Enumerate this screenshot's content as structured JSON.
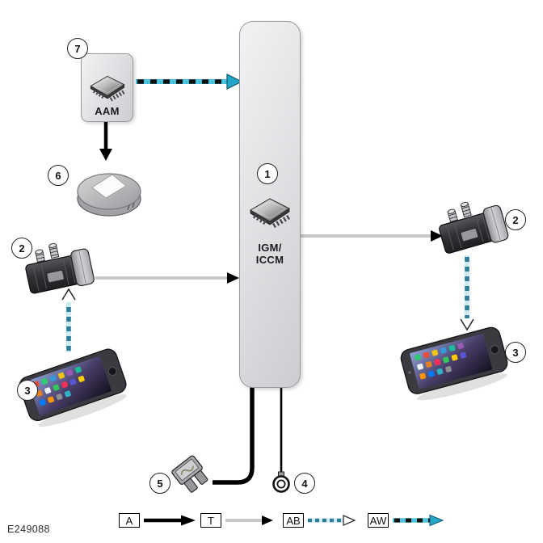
{
  "figure_id": "E249088",
  "nodes": {
    "igm": {
      "callout": "1",
      "label_line1": "IGM/",
      "label_line2": "ICCM",
      "icon": "microchip-icon"
    },
    "aam": {
      "callout": "7",
      "label": "AAM",
      "icon": "microchip-icon"
    },
    "antenna_module_left": {
      "callout": "2",
      "icon": "antenna-module-icon"
    },
    "antenna_module_right": {
      "callout": "2",
      "icon": "antenna-module-icon"
    },
    "smartphone_left": {
      "callout": "3",
      "icon": "smartphone-icon"
    },
    "smartphone_right": {
      "callout": "3",
      "icon": "smartphone-icon"
    },
    "ring_terminal": {
      "callout": "4",
      "icon": "ring-terminal-icon"
    },
    "fuse": {
      "callout": "5",
      "icon": "fuse-icon"
    },
    "speaker": {
      "callout": "6",
      "icon": "speaker-icon"
    }
  },
  "legend": {
    "items": [
      {
        "code": "A",
        "style": "solid-black-arrow"
      },
      {
        "code": "T",
        "style": "gray-line-black-arrowhead"
      },
      {
        "code": "AB",
        "style": "teal-dashed-line-open-arrowhead"
      },
      {
        "code": "AW",
        "style": "cyan-black-dashed-line-solid-teal-arrowhead"
      }
    ]
  },
  "colors": {
    "cyan_line": "#4cc2de",
    "cyan_arrowhead": "#23a7c6",
    "teal_dash_dark": "#2d7d99",
    "teal_dash_light": "#cdeaf2",
    "gray_line": "#c8c8c8",
    "black": "#000000",
    "box_fill": "#dededf"
  }
}
